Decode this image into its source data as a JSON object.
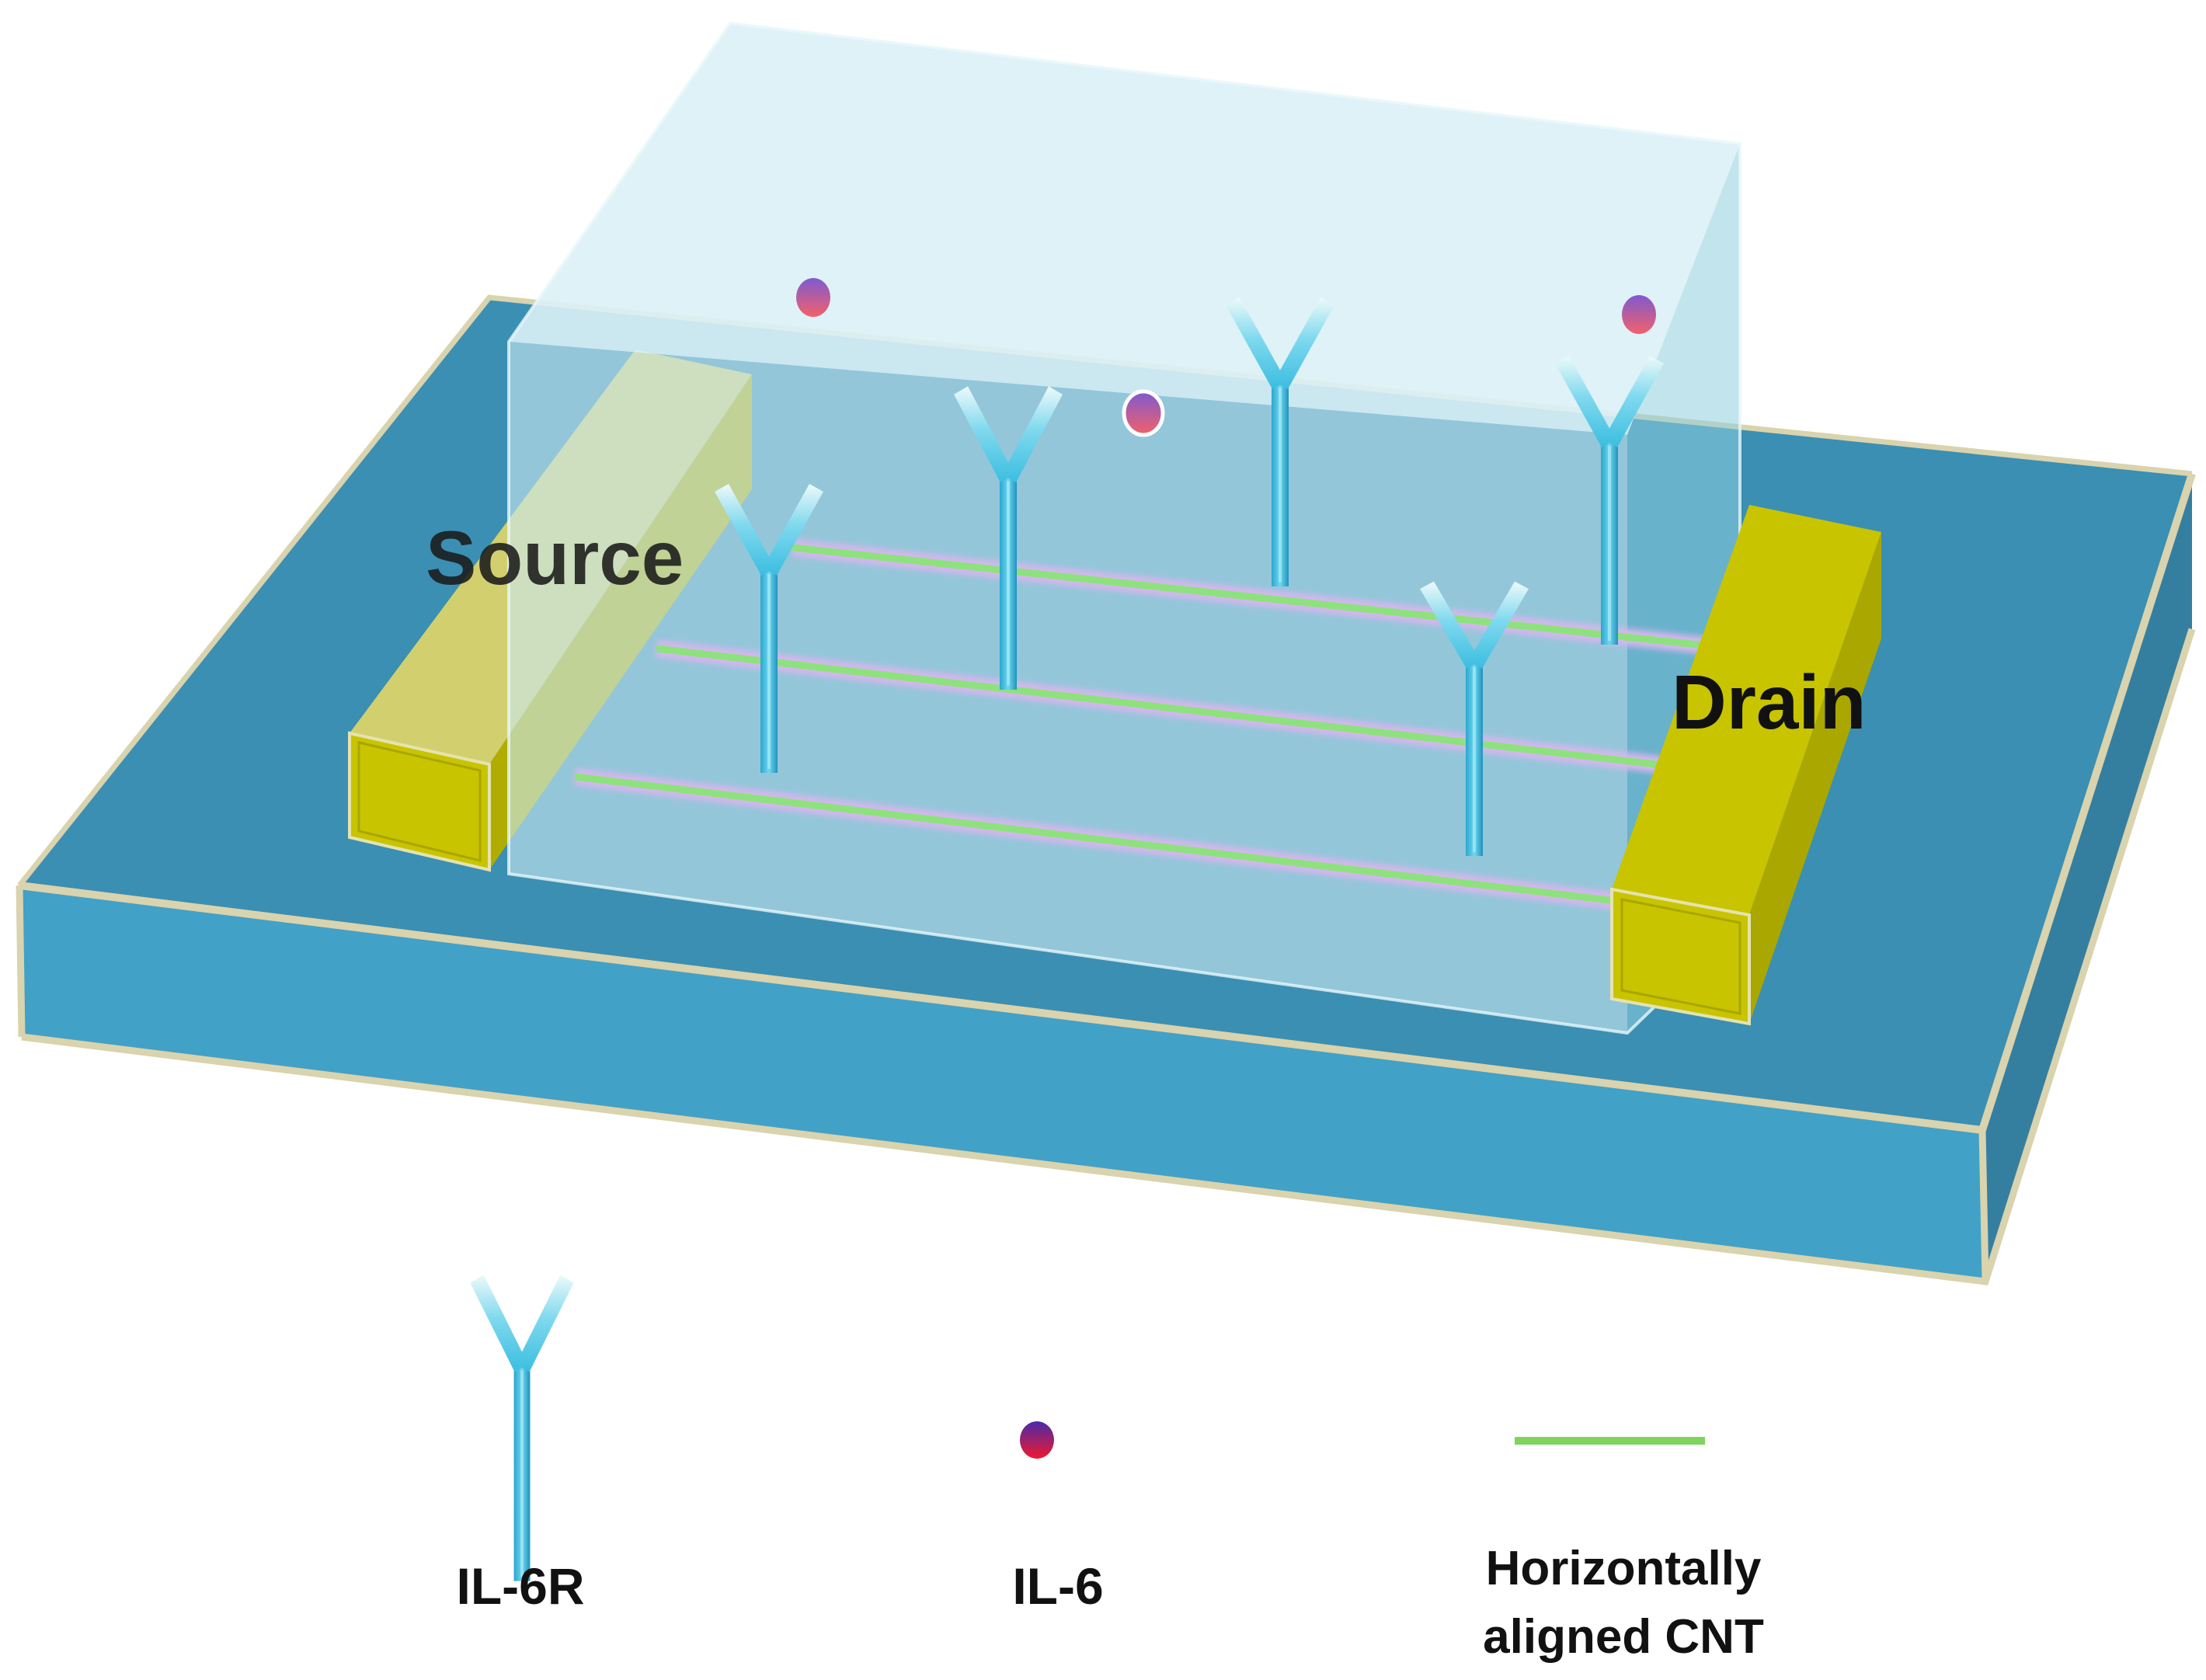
{
  "labels": {
    "source": "Source",
    "drain": "Drain"
  },
  "legend": {
    "receptor": "IL-6R",
    "analyte": "IL-6",
    "cnt_line1": "Horizontally",
    "cnt_line2": "aligned CNT"
  },
  "colors": {
    "substrate_top": "#3a8fb3",
    "substrate_side": "#42a1c6",
    "substrate_edge": "#d9d3ae",
    "electrode_face": "#c8c400",
    "electrode_top": "#d6d26a",
    "solution_box": "#bfe6ee",
    "cnt": "#8ee27d",
    "cnt_glow": "#d7b6ee",
    "receptor": "#3fbfe0",
    "receptor_tip": "#e4f6f6",
    "analyte_top": "#8a60c8",
    "analyte_bottom": "#f0606a"
  }
}
